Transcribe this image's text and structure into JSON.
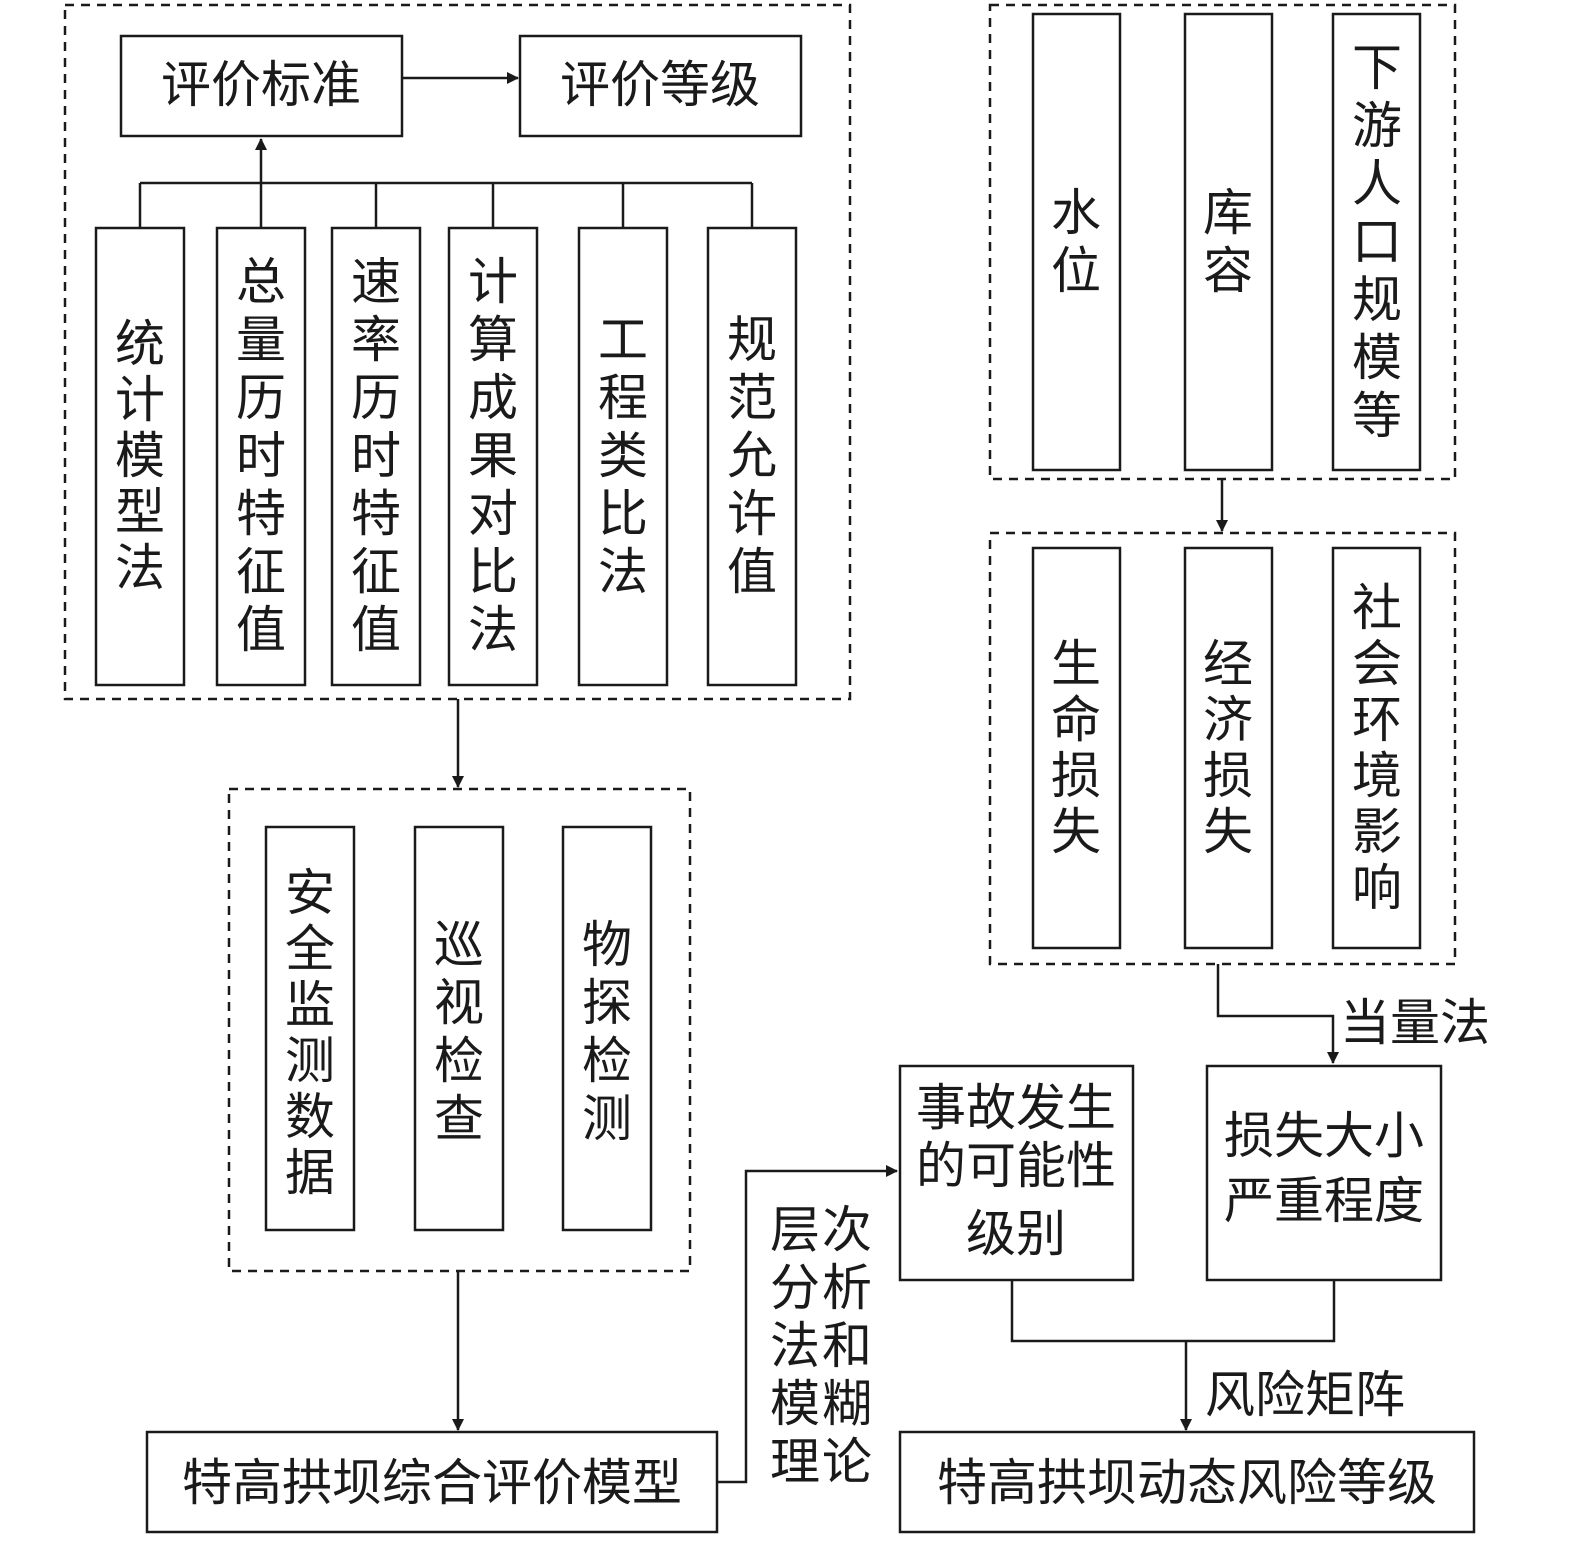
{
  "top_left": {
    "standard": "评价标准",
    "grade": "评价等级",
    "methods": [
      "统计模型法",
      "总量历时特征值",
      "速率历时特征值",
      "计算成果对比法",
      "工程类比法",
      "规范允许值"
    ]
  },
  "data_sources": [
    "安全监测数据",
    "巡视检查",
    "物探检测"
  ],
  "comprehensive_model": "特高拱坝综合评价模型",
  "ahp_fuzzy_label": "层次分析法和模糊理论",
  "probability_box": [
    "事故发生",
    "的可能性",
    "级别"
  ],
  "factors": [
    "水位",
    "库容",
    "下游人口规模等"
  ],
  "losses": [
    "生命损失",
    "经济损失",
    "社会环境影响"
  ],
  "equivalent_method": "当量法",
  "severity_box": [
    "损失大小",
    "严重程度"
  ],
  "risk_matrix_label": "风险矩阵",
  "final_grade": "特高拱坝动态风险等级"
}
